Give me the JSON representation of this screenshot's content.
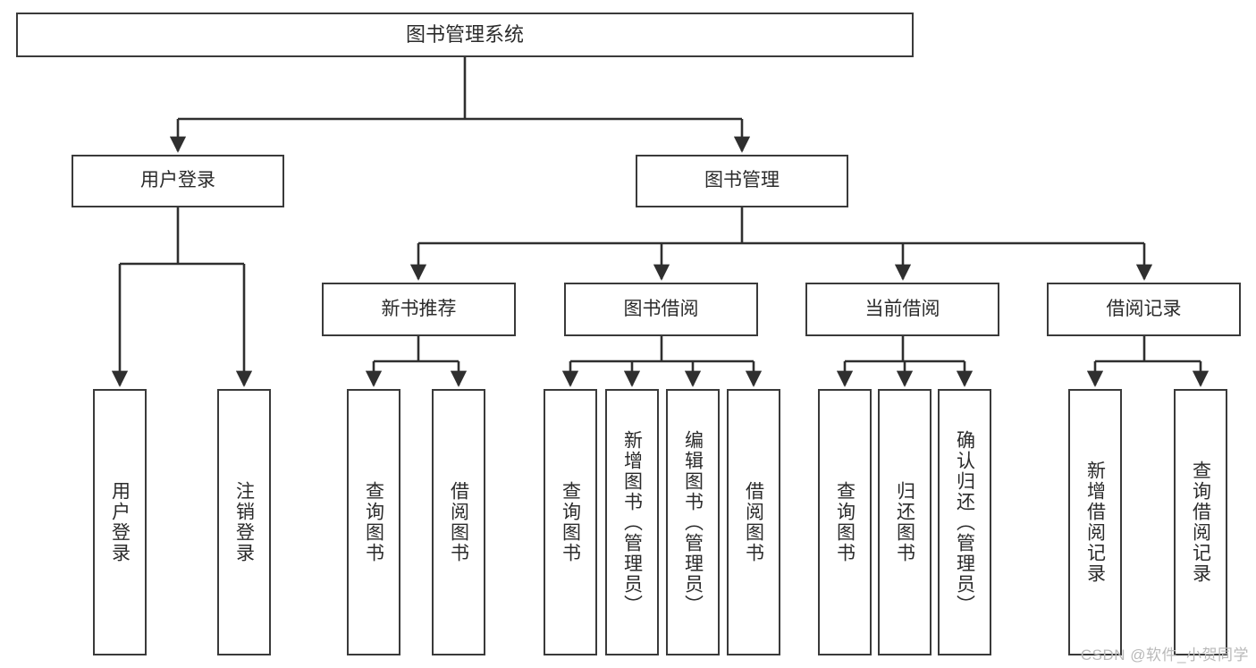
{
  "diagram": {
    "type": "hierarchy-tree",
    "title": "图书管理系统",
    "levels": 4,
    "root": {
      "label": "图书管理系统"
    },
    "level2": [
      {
        "label": "用户登录"
      },
      {
        "label": "图书管理"
      }
    ],
    "level3": [
      {
        "label": "新书推荐"
      },
      {
        "label": "图书借阅"
      },
      {
        "label": "当前借阅"
      },
      {
        "label": "借阅记录"
      }
    ],
    "leaves": {
      "user_login": [
        {
          "label": "用户登录"
        },
        {
          "label": "注销登录"
        }
      ],
      "new_book_recommend": [
        {
          "label": "查询图书"
        },
        {
          "label": "借阅图书"
        }
      ],
      "book_borrow": [
        {
          "label": "查询图书"
        },
        {
          "label": "新增图书（管理员）"
        },
        {
          "label": "编辑图书（管理员）"
        },
        {
          "label": "借阅图书"
        }
      ],
      "current_borrow": [
        {
          "label": "查询图书"
        },
        {
          "label": "归还图书"
        },
        {
          "label": "确认归还（管理员）"
        }
      ],
      "borrow_record": [
        {
          "label": "新增借阅记录"
        },
        {
          "label": "查询借阅记录"
        }
      ]
    }
  },
  "watermark": {
    "text": "CSDN @软件_小贺同学"
  },
  "colors": {
    "box_border": "#3a3a3a",
    "box_fill": "#ffffff",
    "connector": "#2f2f2f",
    "text": "#2b2b2b",
    "watermark": "#b9b9b9"
  }
}
